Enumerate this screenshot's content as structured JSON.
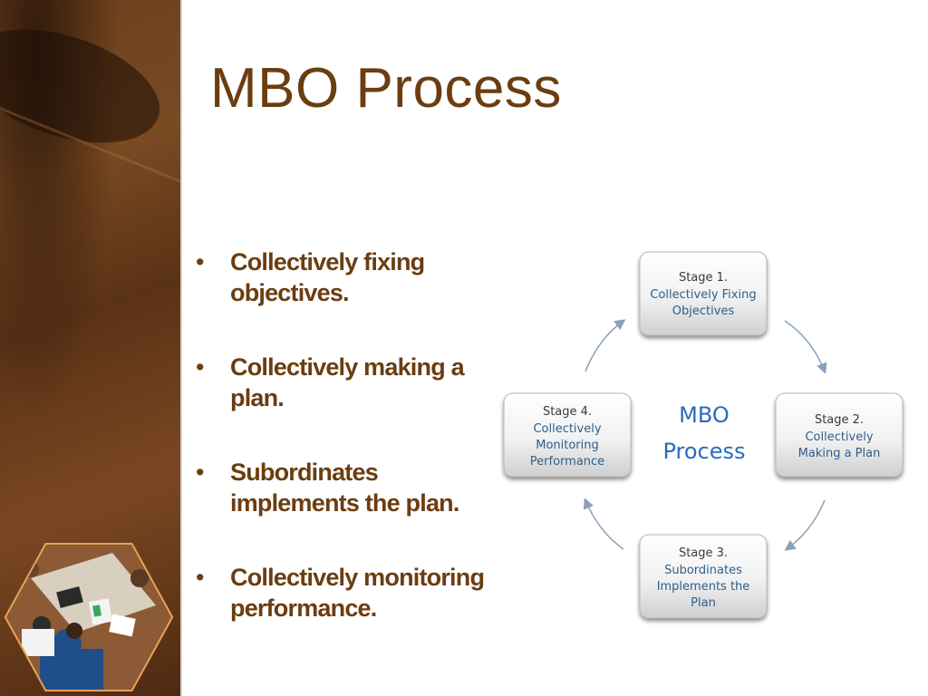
{
  "slide": {
    "title": "MBO Process"
  },
  "bullets": [
    "Collectively fixing objectives.",
    "Collectively making a plan.",
    "Subordinates implements the plan.",
    "Collectively monitoring performance."
  ],
  "diagram": {
    "center": [
      "MBO",
      "Process"
    ],
    "stages": [
      {
        "lines": [
          "Stage 1.",
          "Collectively Fixing",
          "Objectives"
        ]
      },
      {
        "lines": [
          "Stage 2.",
          "Collectively",
          "Making a Plan"
        ]
      },
      {
        "lines": [
          "Stage 3.",
          "Subordinates",
          "Implements the",
          "Plan"
        ]
      },
      {
        "lines": [
          "Stage 4.",
          "Collectively",
          "Monitoring",
          "Performance"
        ]
      }
    ],
    "colors": {
      "stage_title": "#3a3a3a",
      "stage_text": "#2e5f8a",
      "center_text": "#2a6bbf",
      "arrow": "#8aa0b8"
    }
  },
  "theme": {
    "title_color": "#6b3d10",
    "text_color": "#6b3d10"
  }
}
